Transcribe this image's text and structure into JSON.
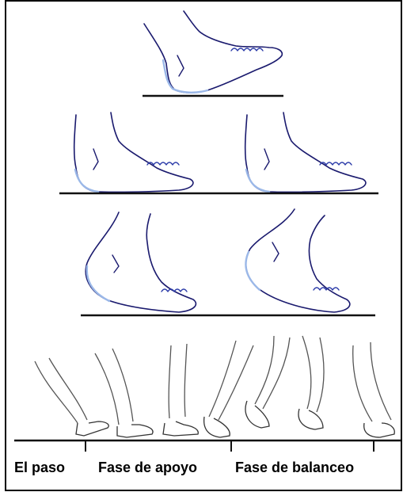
{
  "captions": {
    "step": "El paso",
    "stance_phase": "Fase de apoyo",
    "swing_phase": "Fase de balanceo"
  },
  "colors": {
    "border": "#000000",
    "ground": "#111111",
    "foot_outline": "#1a1a6e",
    "foot_shade": "#9bb8e8",
    "toe_detail": "#2a3aa8",
    "leg": "#555555"
  }
}
